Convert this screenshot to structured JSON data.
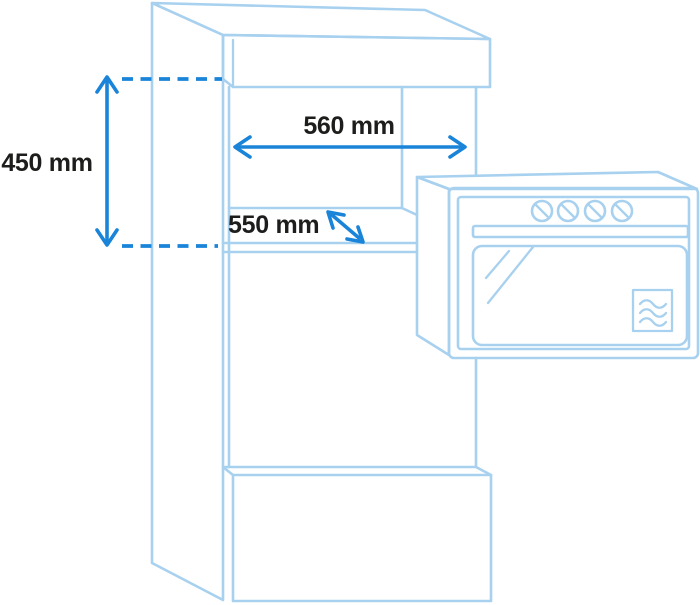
{
  "figure": {
    "dimension_labels": {
      "niche_height": "450 mm",
      "niche_width": "560 mm",
      "niche_depth": "550 mm"
    },
    "oven": {
      "knob_count": 4,
      "icons": {
        "knob": "slashed-circle",
        "door_badge": "microwave-waves"
      }
    },
    "colors": {
      "furniture_outline": "#A8D1EF",
      "dimension_accent": "#1A84D9",
      "label_text": "#1D1D1B",
      "background": "#FFFFFF"
    }
  }
}
